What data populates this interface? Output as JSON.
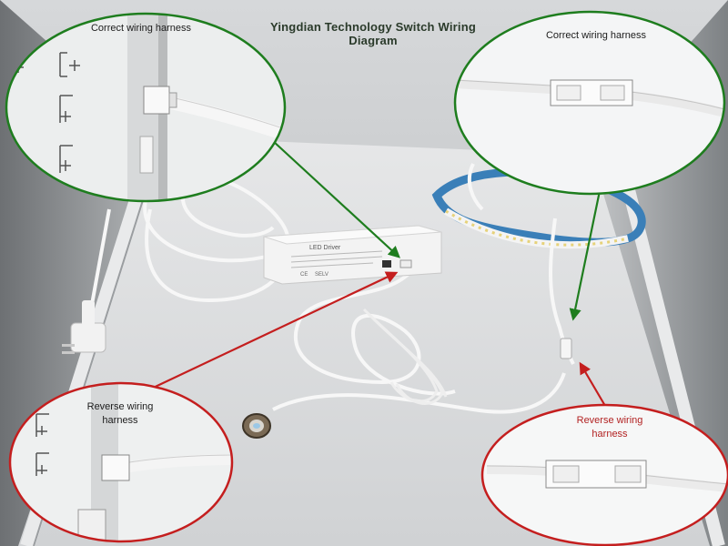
{
  "title": "Yingdian Technology Switch Wiring Diagram",
  "callouts": {
    "top_left": "Correct wiring harness",
    "top_right": "Correct wiring harness",
    "bottom_left": "Reverse wiring harness",
    "bottom_right": "Reverse wiring harness"
  },
  "driver": {
    "heading": "LED Driver",
    "ce_mark": "CE",
    "rohs_mark": "SELV"
  },
  "colors": {
    "correct": "#1e7d1e",
    "reverse": "#c41e1e"
  }
}
